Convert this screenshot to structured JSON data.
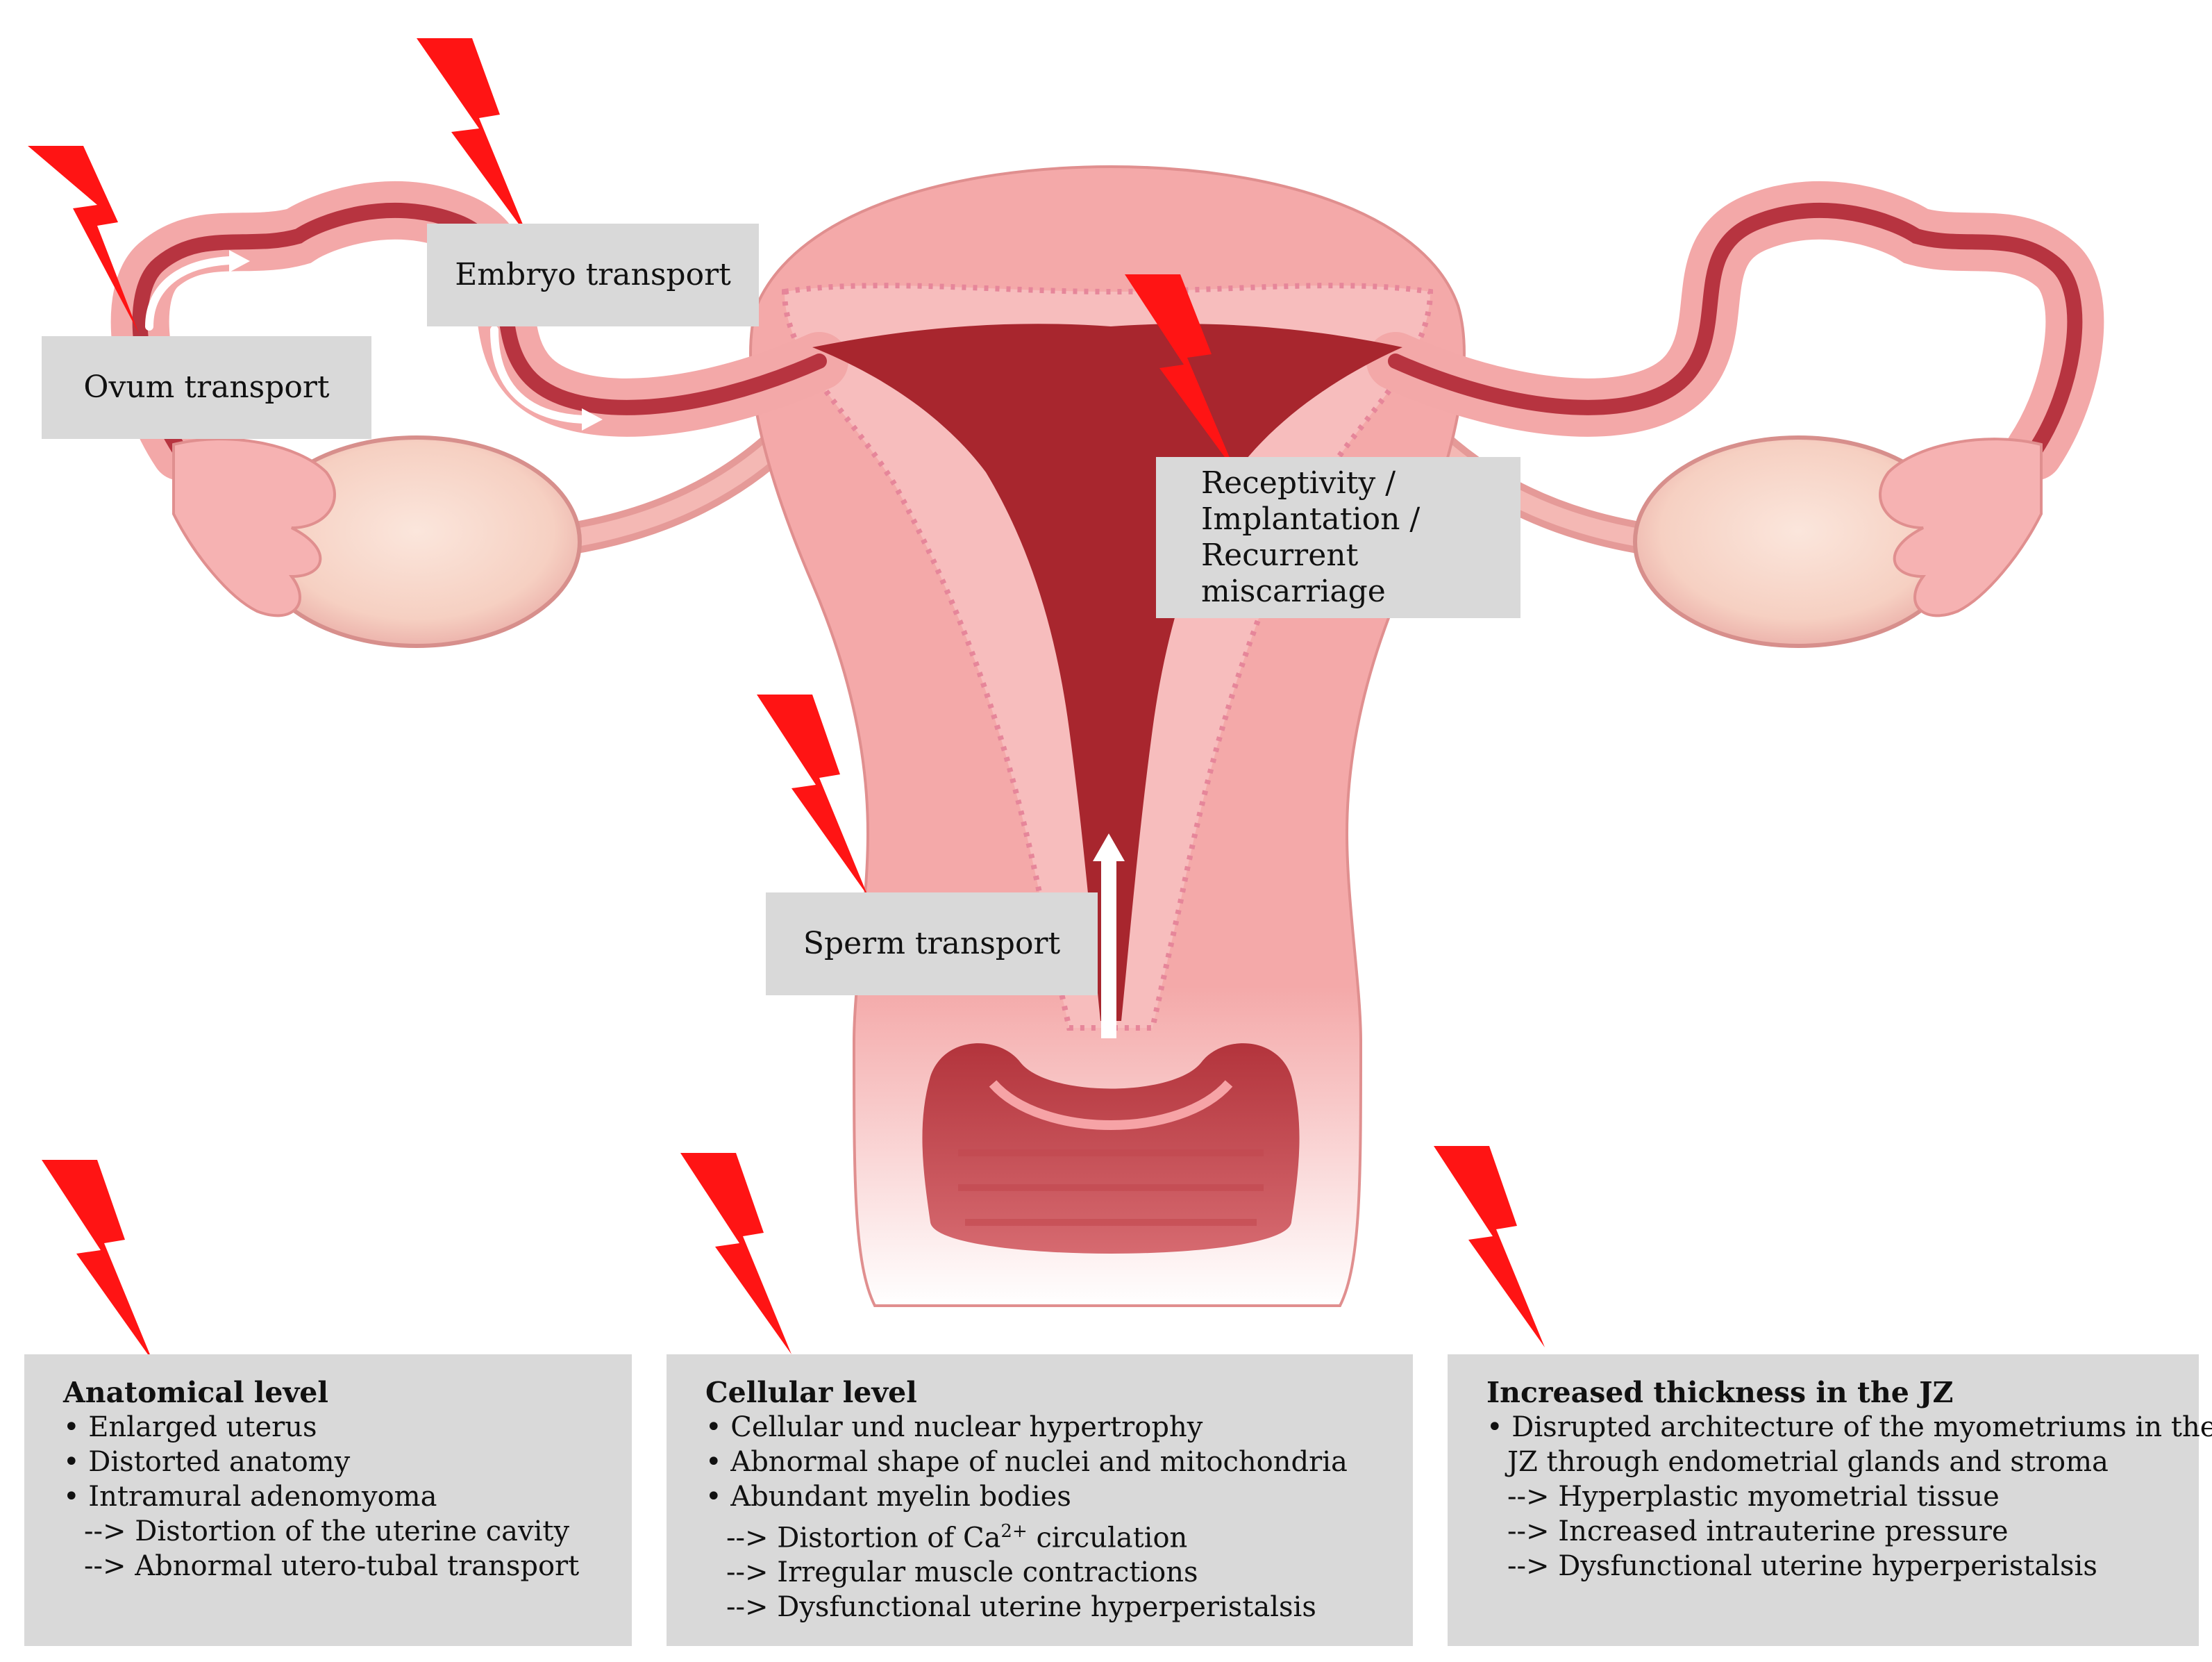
{
  "labels": {
    "ovum": "Ovum transport",
    "embryo": "Embryo transport",
    "sperm": "Sperm transport",
    "receptivity": [
      "Receptivity /",
      "Implantation /",
      "Recurrent miscarriage"
    ]
  },
  "panels": {
    "anatomical": {
      "title": "Anatomical level",
      "bullets": [
        "• Enlarged uterus",
        "• Distorted anatomy",
        "• Intramural adenomyoma"
      ],
      "effects": [
        "--> Distortion of the uterine cavity",
        "--> Abnormal utero-tubal transport"
      ]
    },
    "cellular": {
      "title": "Cellular level",
      "bullets": [
        "• Cellular und nuclear hypertrophy",
        "• Abnormal shape of nuclei and mitochondria",
        "• Abundant myelin bodies"
      ],
      "effects_ca": {
        "prefix": "--> Distortion of Ca",
        "sup": "2+",
        "suffix": " circulation"
      },
      "effects": [
        "--> Irregular muscle contractions",
        "--> Dysfunctional uterine hyperperistalsis"
      ]
    },
    "jz": {
      "title": "Increased thickness in the JZ",
      "bullets": [
        "• Disrupted architecture of the myometriums in the",
        "JZ through endometrial glands and stroma"
      ],
      "effects": [
        "--> Hyperplastic myometrial tissue",
        "--> Increased intrauterine pressure",
        "--> Dysfunctional uterine hyperperistalsis"
      ]
    }
  },
  "colors": {
    "tissue": "#f4a9a9",
    "tissue_light": "#f8c4c4",
    "cavity": "#a8262e",
    "tube_lumen": "#b73440",
    "ovary": "#f7d2c4",
    "bolt": "#ff1414",
    "label_bg": "#d9d9d9"
  },
  "icons": [
    "lightning-bolt-icon",
    "arrow-icon"
  ]
}
